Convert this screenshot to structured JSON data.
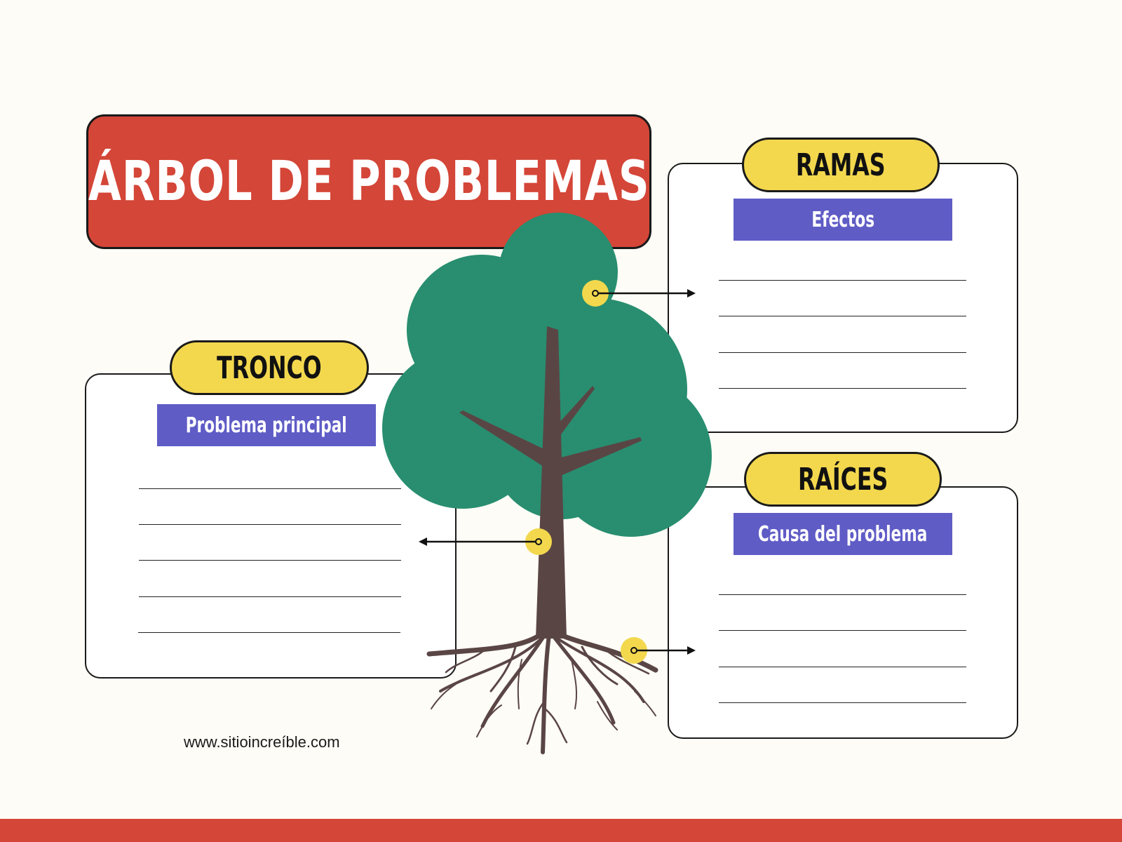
{
  "title": "ÁRBOL DE PROBLEMAS",
  "sections": {
    "ramas": {
      "label": "RAMAS",
      "subtitle": "Efectos"
    },
    "tronco": {
      "label": "TRONCO",
      "subtitle": "Problema principal"
    },
    "raices": {
      "label": "RAÍCES",
      "subtitle": "Causa del problema"
    }
  },
  "footer": {
    "url": "www.sitioincreíble.com"
  },
  "colors": {
    "title_bg": "#d44638",
    "pill": "#f3d84e",
    "subtitle_bg": "#5f5cc6",
    "foliage": "#288e6f",
    "trunk": "#5a4545",
    "background": "#fdfcf6"
  }
}
